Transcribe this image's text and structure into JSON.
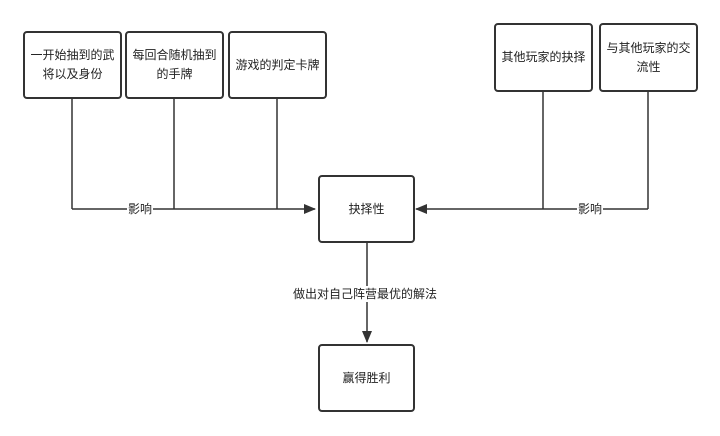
{
  "diagram": {
    "nodes": {
      "initial_draw": "一开始抽到的武将以及身份",
      "round_draw": "每回合随机抽到的手牌",
      "judgement_card": "游戏的判定卡牌",
      "others_choice": "其他玩家的抉择",
      "others_comm": "与其他玩家的交流性",
      "choice": "抉择性",
      "win": "赢得胜利"
    },
    "labels": {
      "influence_left": "影响",
      "influence_right": "影响",
      "best_solution": "做出对自己阵营最优的解法"
    }
  },
  "colors": {
    "stroke": "#333333",
    "background": "#ffffff",
    "text": "#222222"
  }
}
